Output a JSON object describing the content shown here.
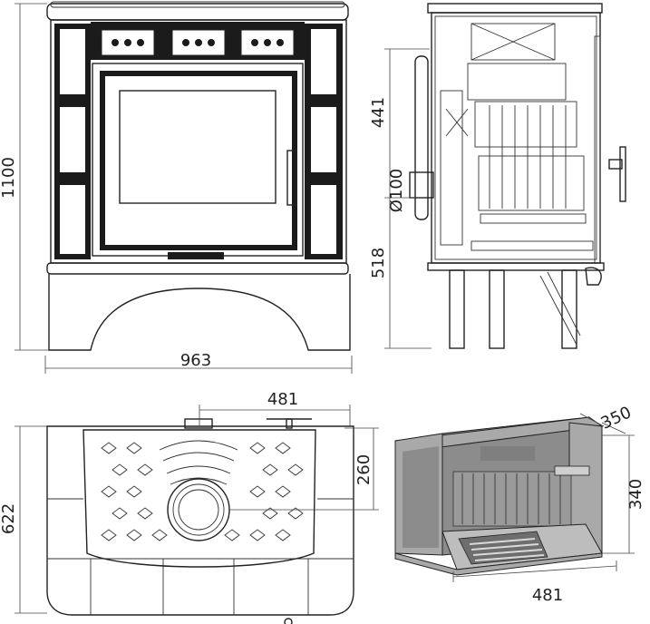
{
  "drawing": {
    "front_view": {
      "height_label": "1100",
      "width_label": "963"
    },
    "side_view": {
      "flue_height_label": "441",
      "flue_diameter_label": "Ø100",
      "leg_height_label": "518"
    },
    "top_view": {
      "depth_label": "622",
      "width_label": "481",
      "offset_label": "260"
    },
    "firebox_view": {
      "depth_label": "350",
      "height_label": "340",
      "width_label": "481"
    }
  }
}
